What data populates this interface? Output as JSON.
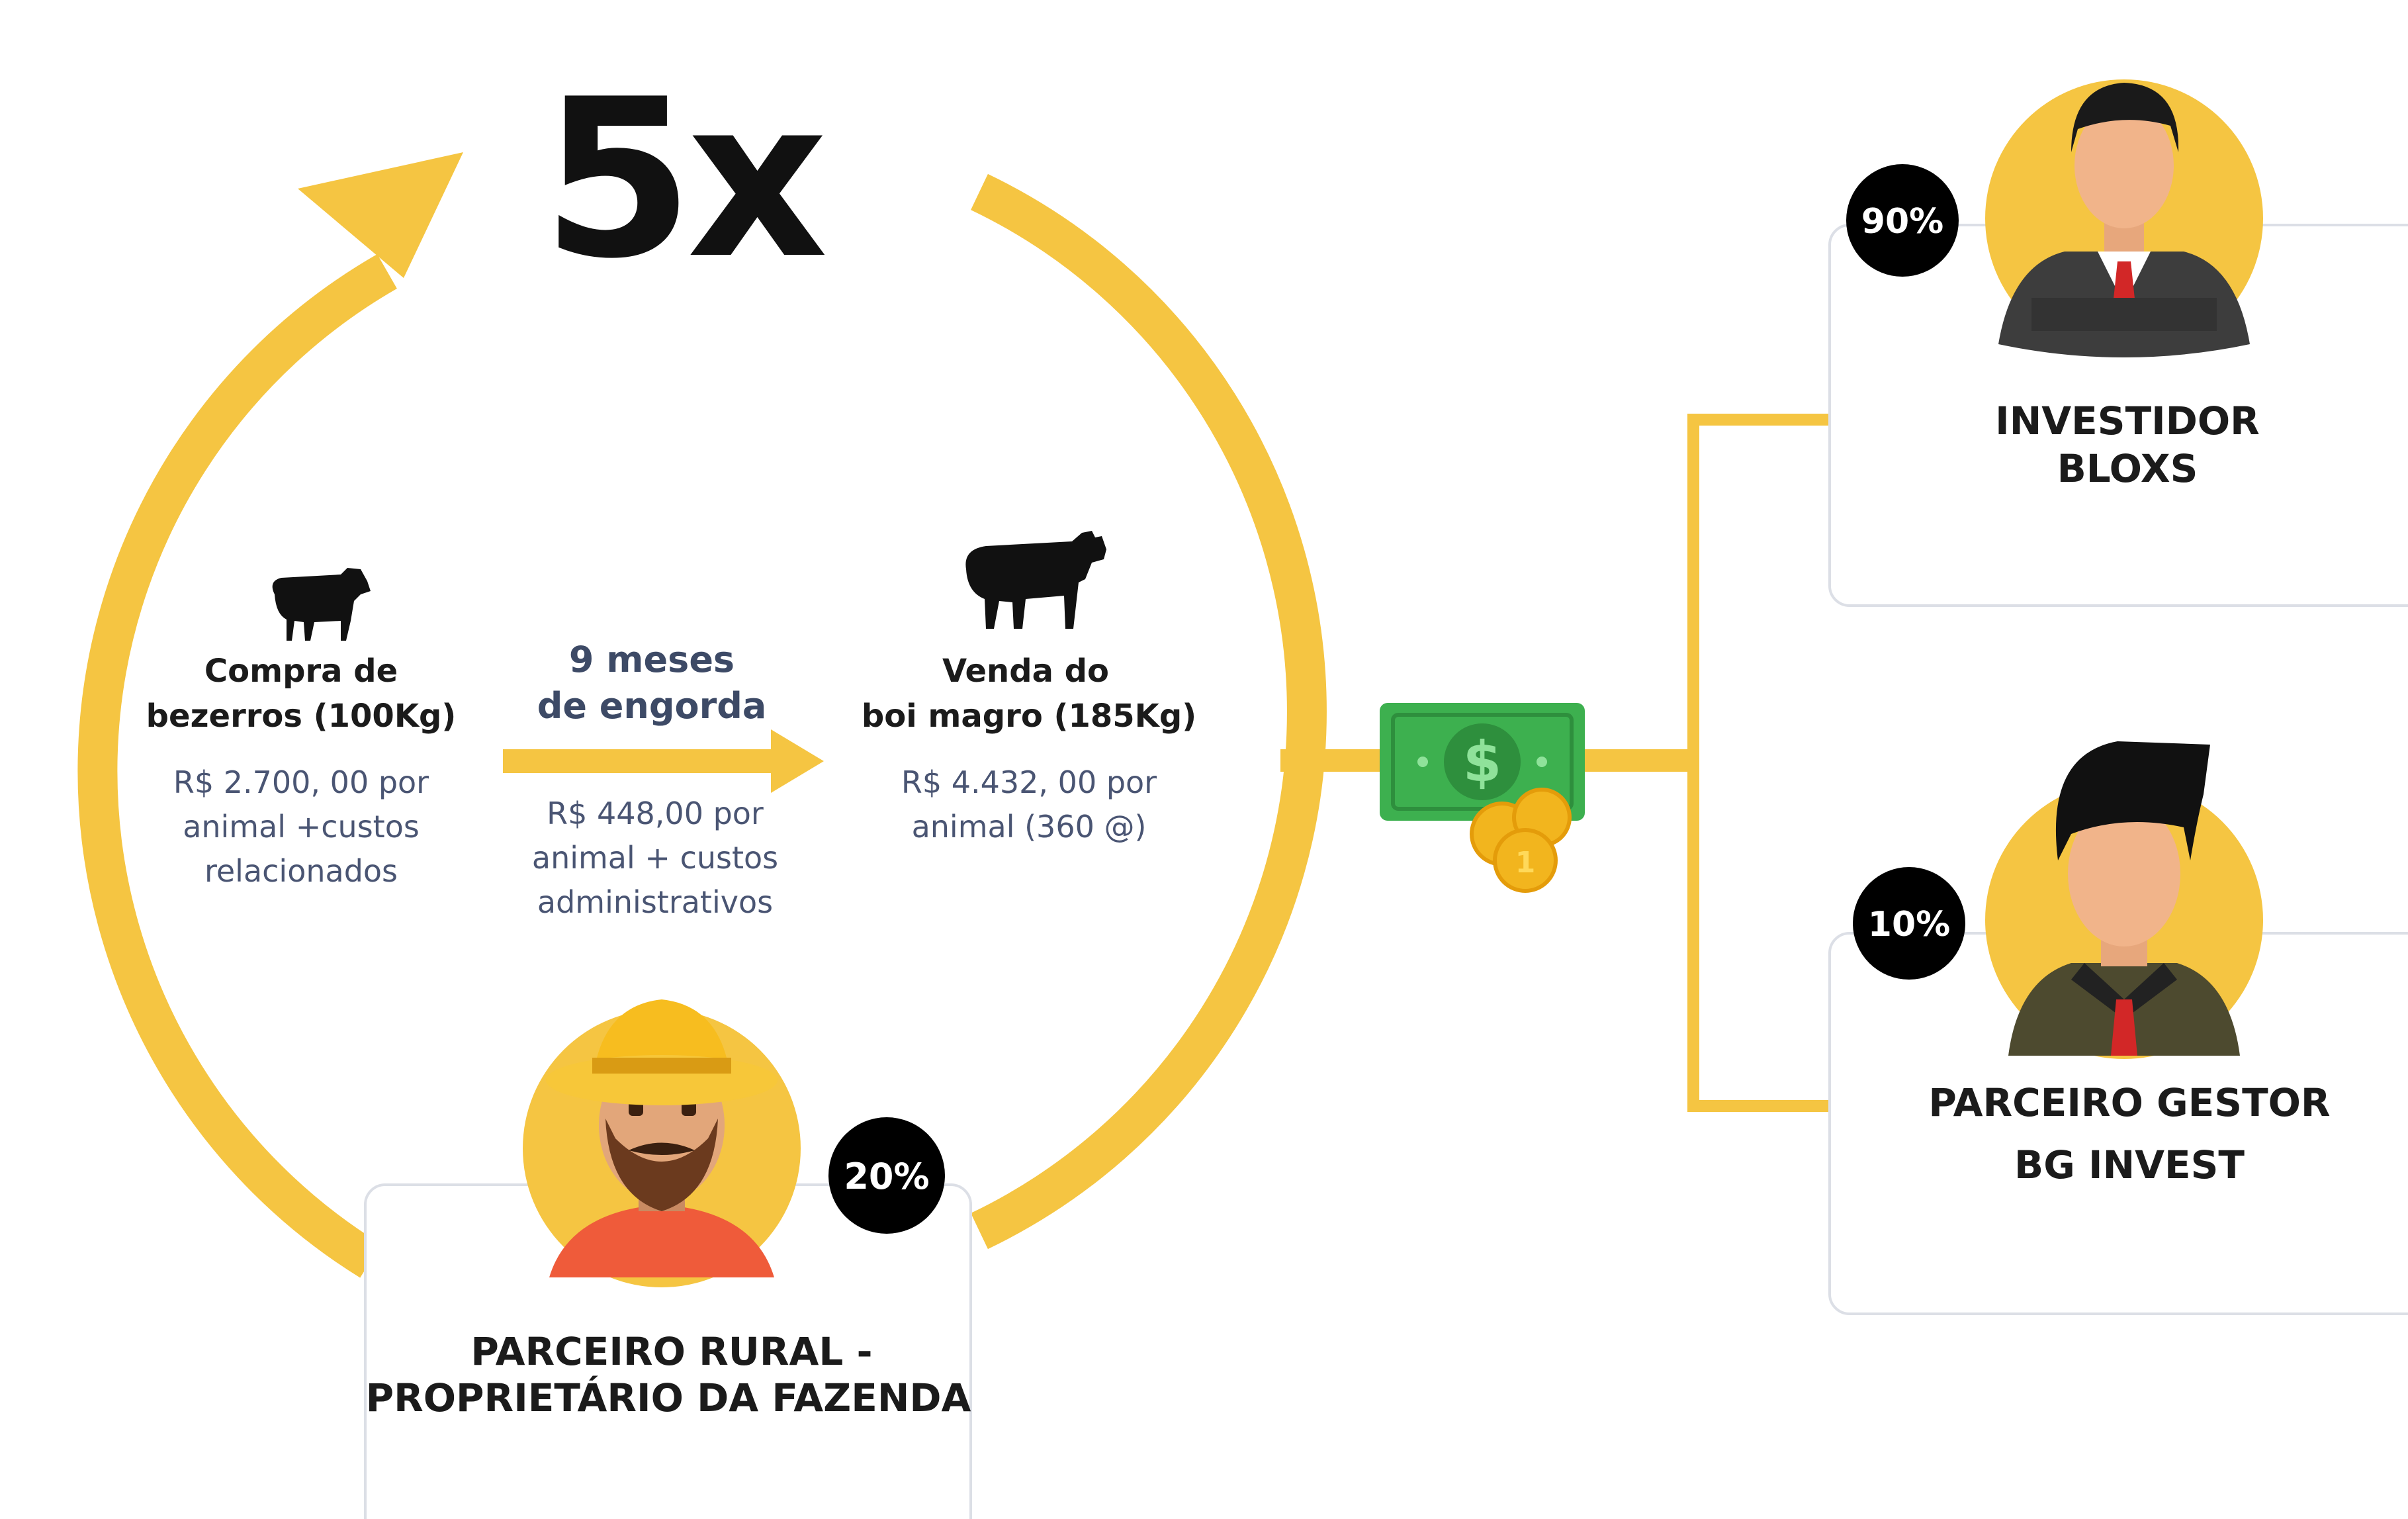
{
  "multiplier": "5x",
  "cycle": {
    "buy": {
      "title_line1": "Compra de",
      "title_line2": "bezerros (100Kg)",
      "desc_line1": "R$ 2.700, 00 por",
      "desc_line2": "animal +custos",
      "desc_line3": "relacionados"
    },
    "fatten": {
      "title_line1": "9 meses",
      "title_line2": "de engorda",
      "desc_line1": "R$ 448,00 por",
      "desc_line2": "animal  + custos",
      "desc_line3": "administrativos"
    },
    "sell": {
      "title_line1": "Venda  do",
      "title_line2": "boi magro (185Kg)",
      "desc_line1": "R$ 4.432, 00 por",
      "desc_line2": "animal (360 @)"
    }
  },
  "rural_partner": {
    "percent": "20%",
    "label_line1": "PARCEIRO RURAL -",
    "label_line2": "PROPRIETÁRIO DA FAZENDA"
  },
  "investor": {
    "percent": "90%",
    "label_line1": "INVESTIDOR",
    "label_line2": "BLOXS"
  },
  "manager": {
    "percent": "10%",
    "label_line1": "PARCEIRO GESTOR",
    "label_line2": "BG INVEST"
  },
  "money_symbol": "$",
  "colors": {
    "accent_yellow": "#f5c542",
    "dark_text": "#1b1b1b",
    "body_text": "#4a5573",
    "cash_green": "#3db04f",
    "badge_black": "#000000",
    "card_border": "#dcdfe6"
  },
  "icons": [
    "calf-icon",
    "bull-icon",
    "money-icon",
    "farmer-avatar-icon",
    "investor-avatar-icon",
    "manager-avatar-icon"
  ]
}
